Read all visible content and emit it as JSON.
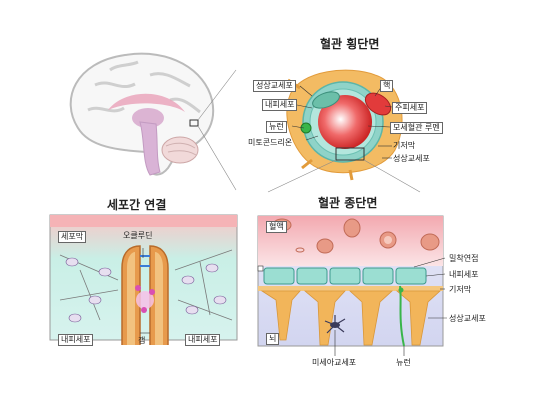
{
  "titles": {
    "cross_section": "혈관 횡단면",
    "cell_junction": "세포간 연결",
    "longitudinal_section": "혈관 종단면"
  },
  "cross_section_labels": {
    "astrocyte_top": "성상교세포",
    "nucleus": "핵",
    "endothelial": "내피세포",
    "pericyte": "주피세포",
    "neuron": "뉴런",
    "capillary_lumen": "모세혈관 루멘",
    "mitochondria": "미토콘드리온",
    "basement_membrane": "기저막",
    "astrocyte_bottom": "성상교세포"
  },
  "junction_labels": {
    "cell_membrane": "세포막",
    "occludin": "오클루딘",
    "endothelial_left": "내피세포",
    "gap": "갭",
    "endothelial_right": "내피세포"
  },
  "longitudinal_labels": {
    "blood": "혈액",
    "tight_junction": "밀착연접",
    "endothelial": "내피세포",
    "basement_membrane": "기저막",
    "astrocyte": "성상교세포",
    "brain": "뇌",
    "microglia": "미세아교세포",
    "neuron": "뉴런"
  },
  "colors": {
    "blood_pink": "#f2b8bd",
    "endothelium_teal": "#8fd3c8",
    "astrocyte_orange": "#f2b55a",
    "brain_lavender": "#dfe0f5",
    "red_cell": "#e89a86",
    "lumen_red": "#e23b3b"
  }
}
